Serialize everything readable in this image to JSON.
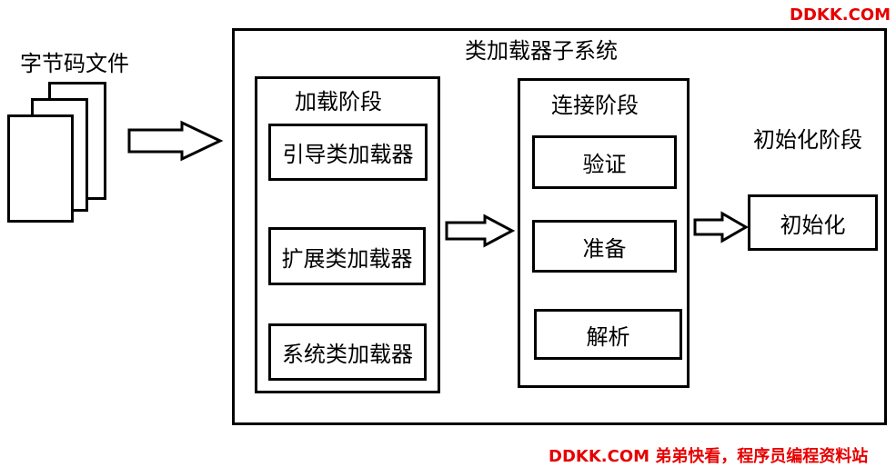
{
  "watermark_top": "DDKK.COM",
  "watermark_bottom": "DDKK.COM 弟弟快看，程序员编程资料站",
  "watermark_color": "#e60000",
  "bytecode_label": "字节码文件",
  "subsystem": {
    "title": "类加载器子系统",
    "loading": {
      "title": "加载阶段",
      "items": [
        "引导类加载器",
        "扩展类加载器",
        "系统类加载器"
      ]
    },
    "linking": {
      "title": "连接阶段",
      "items": [
        "验证",
        "准备",
        "解析"
      ]
    },
    "init": {
      "title": "初始化阶段",
      "item": "初始化"
    }
  }
}
